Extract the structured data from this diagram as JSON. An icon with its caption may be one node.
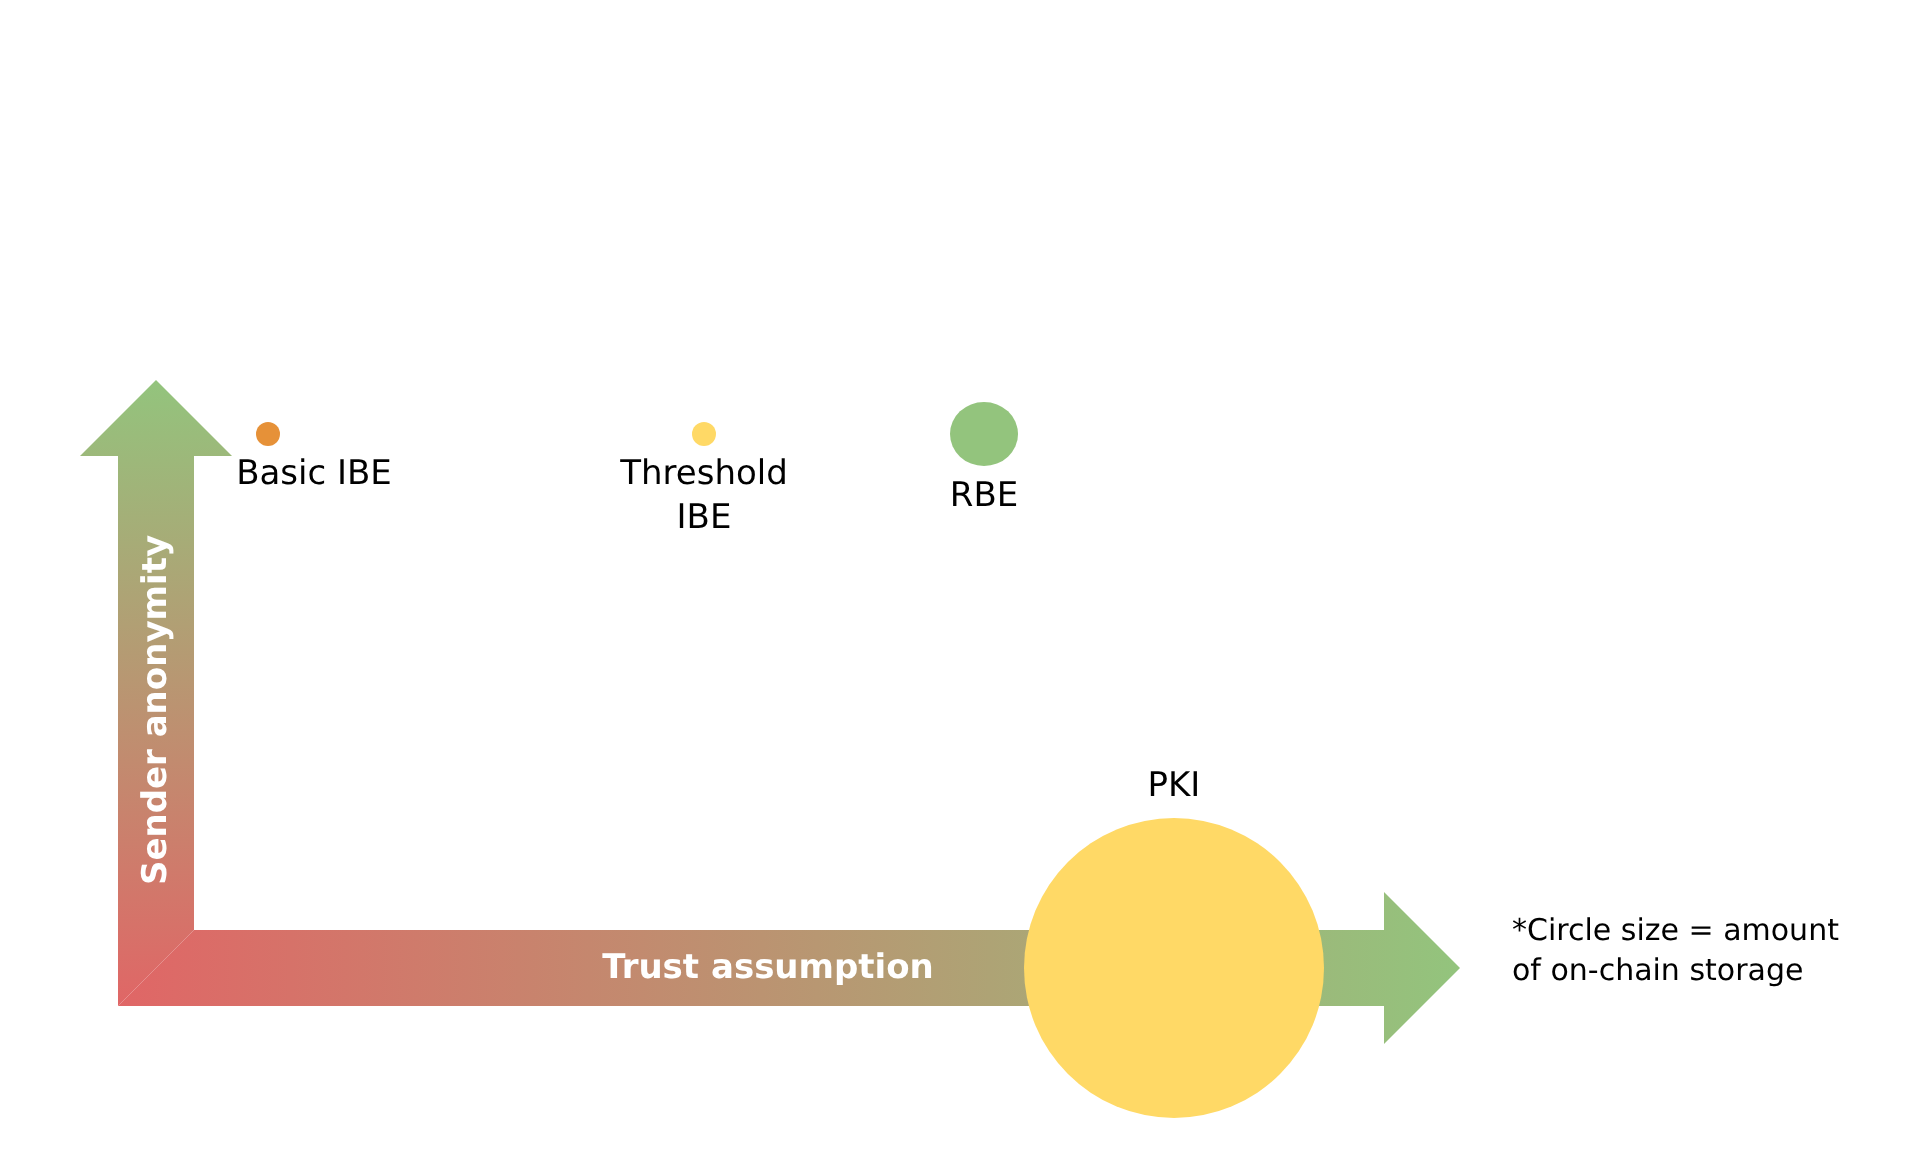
{
  "diagram": {
    "nodes": [
      {
        "text": [],
        "shape": "circle",
        "beside": [
          "Basic IBE"
        ]
      },
      {
        "text": [],
        "shape": "circle",
        "beside": [
          "Threshold IBE"
        ]
      },
      {
        "text": [],
        "shape": "circle",
        "beside": [
          "RBE"
        ]
      },
      {
        "text": [],
        "shape": "circle",
        "beside": [
          "PKI"
        ]
      }
    ],
    "edges": [],
    "labels": [
      "Sender anonymity",
      "Trust assumption",
      "*Circle size = amount of on-chain storage"
    ]
  }
}
